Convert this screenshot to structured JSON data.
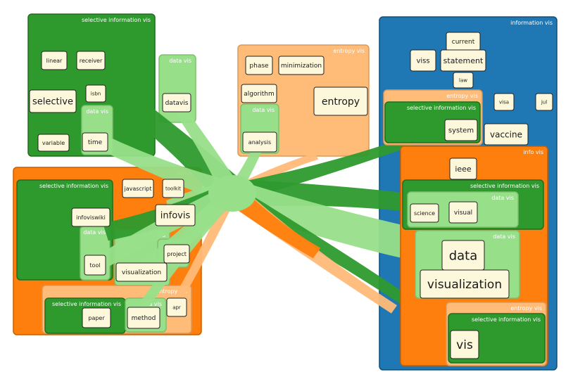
{
  "colors": {
    "dark_green": "#2e9a2e",
    "light_green": "#98df8a",
    "orange": "#ff7f0e",
    "peach": "#ffbb78",
    "blue": "#1f77b4",
    "word_fill": "#fdf8dc",
    "word_stroke": "#222222"
  },
  "groups": [
    {
      "id": "g1",
      "title": "selective information vis",
      "type": "dark_green"
    },
    {
      "id": "g2",
      "title": "data vis",
      "type": "light_green"
    },
    {
      "id": "g3",
      "title": "data vis",
      "type": "light_green"
    },
    {
      "id": "g4",
      "title": "entropy vis",
      "type": "peach"
    },
    {
      "id": "g5",
      "title": "data vis",
      "type": "light_green"
    },
    {
      "id": "g6",
      "title": "information vis",
      "type": "blue"
    },
    {
      "id": "g7",
      "title": "entropy vis",
      "type": "peach"
    },
    {
      "id": "g8",
      "title": "selective information vis",
      "type": "dark_green"
    },
    {
      "id": "g9",
      "title": "info vis",
      "type": "orange"
    },
    {
      "id": "g10",
      "title": "selective information vis",
      "type": "dark_green"
    },
    {
      "id": "g11",
      "title": "data vis",
      "type": "light_green"
    },
    {
      "id": "g12",
      "title": "data vis",
      "type": "light_green"
    },
    {
      "id": "g13",
      "title": "entropy vis",
      "type": "peach"
    },
    {
      "id": "g14",
      "title": "selective information vis",
      "type": "dark_green"
    },
    {
      "id": "g15",
      "title": "info vis",
      "type": "orange"
    },
    {
      "id": "g16",
      "title": "selective information vis",
      "type": "dark_green"
    },
    {
      "id": "g17",
      "title": "data vis",
      "type": "light_green"
    },
    {
      "id": "g18",
      "title": "data vis",
      "type": "light_green"
    },
    {
      "id": "g19",
      "title": "data vis",
      "type": "light_green"
    },
    {
      "id": "g20",
      "title": "entropy vis",
      "type": "peach"
    },
    {
      "id": "g21",
      "title": "selective information vis",
      "type": "dark_green"
    },
    {
      "id": "g22",
      "title": "data vis",
      "type": "light_green"
    }
  ],
  "words": [
    {
      "id": "w1",
      "text": "linear"
    },
    {
      "id": "w2",
      "text": "receiver"
    },
    {
      "id": "w3",
      "text": "selective"
    },
    {
      "id": "w4",
      "text": "isbn"
    },
    {
      "id": "w5",
      "text": "variable"
    },
    {
      "id": "w6",
      "text": "time"
    },
    {
      "id": "w7",
      "text": "datavis"
    },
    {
      "id": "w8",
      "text": "phase"
    },
    {
      "id": "w9",
      "text": "minimization"
    },
    {
      "id": "w10",
      "text": "algorithm"
    },
    {
      "id": "w11",
      "text": "entropy"
    },
    {
      "id": "w12",
      "text": "analysis"
    },
    {
      "id": "w13",
      "text": "current"
    },
    {
      "id": "w14",
      "text": "viss"
    },
    {
      "id": "w15",
      "text": "statement"
    },
    {
      "id": "w16",
      "text": "law"
    },
    {
      "id": "w17",
      "text": "visa"
    },
    {
      "id": "w18",
      "text": "jul"
    },
    {
      "id": "w19",
      "text": "system"
    },
    {
      "id": "w20",
      "text": "vaccine"
    },
    {
      "id": "w21",
      "text": "ieee"
    },
    {
      "id": "w22",
      "text": "science"
    },
    {
      "id": "w23",
      "text": "visual"
    },
    {
      "id": "w24",
      "text": "data"
    },
    {
      "id": "w25",
      "text": "visualization"
    },
    {
      "id": "w26",
      "text": "vis"
    },
    {
      "id": "w27",
      "text": "javascript"
    },
    {
      "id": "w28",
      "text": "toolkit"
    },
    {
      "id": "w29",
      "text": "infoviswiki"
    },
    {
      "id": "w30",
      "text": "infovis"
    },
    {
      "id": "w31",
      "text": "tool"
    },
    {
      "id": "w32",
      "text": "project"
    },
    {
      "id": "w33",
      "text": "visualization"
    },
    {
      "id": "w34",
      "text": "paper"
    },
    {
      "id": "w35",
      "text": "method"
    },
    {
      "id": "w36",
      "text": "apr"
    }
  ]
}
